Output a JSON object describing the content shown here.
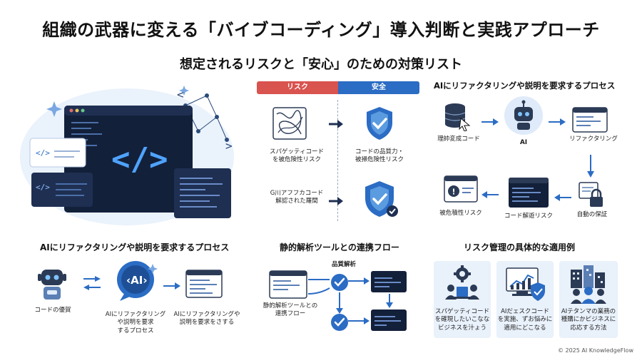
{
  "title": "組織の武器に変える「バイブコーディング」導入判断と実践アプローチ",
  "subtitle": "想定されるリスクと「安心」のための対策リスト",
  "risk_safety": {
    "risk_label": "リスク",
    "safety_label": "安全",
    "colors": {
      "risk": "#d9534f",
      "safety": "#2b6cc4"
    },
    "rows": [
      {
        "risk_text": "スパゲッティコード\nを被危険性リスク",
        "safety_text": "コードの品質力・\n被掃危険性リスク",
        "risk_icon": "tangled-lines-icon",
        "safety_icon": "shield-check-icon"
      },
      {
        "risk_text": "G川アフフカコード\n解認された羅間",
        "safety_text": "",
        "risk_icon": "",
        "safety_icon": "shield-check-icon"
      }
    ]
  },
  "process_right": {
    "title": "AIにリファクタリングや説明を要求するプロセス",
    "nodes": [
      {
        "label": "理帥変成コード",
        "icon": "database-cursor-icon"
      },
      {
        "label": "AI",
        "icon": "robot-icon"
      },
      {
        "label": "リファクタリング",
        "icon": "code-window-icon"
      },
      {
        "label": "自動の保証",
        "icon": "lock-icon"
      },
      {
        "label": "コード解遊リスク",
        "icon": "code-window-icon"
      },
      {
        "label": "被危積性リスク",
        "icon": "warning-window-icon"
      }
    ]
  },
  "process_left": {
    "title": "AIにリファクタリングや説明を要求するプロセス",
    "nodes": [
      {
        "label": "コードの優賀",
        "icon": "robot-icon"
      },
      {
        "label": "AIにリファクタリング\nや説明を要求\nするプロセス",
        "icon": "ai-bubble-icon"
      },
      {
        "label": "AIにリファクタリングや\n説明を要求をさする",
        "icon": "code-window-icon"
      }
    ]
  },
  "static_flow": {
    "title": "静的解析ツールとの連携フロー",
    "top_label": "品質解析",
    "left_label": "静的解析ツールとの\n連携フロー"
  },
  "examples": {
    "title": "リスク管理の具体的な適用例",
    "cards": [
      {
        "text": "スパゲッティコード\nを確現したいこなな\nビジネスを汁ょう",
        "icon": "team-gear-icon"
      },
      {
        "text": "AIだェスクコード\nを実施、ずお悩みに\n適用にどこなる",
        "icon": "chart-shield-icon"
      },
      {
        "text": "AIテタンマの業務の\n種購にかビジネスに\n応応する方法",
        "icon": "team-building-icon"
      }
    ]
  },
  "footer": "© 2025 AI KnowledgeFlow"
}
